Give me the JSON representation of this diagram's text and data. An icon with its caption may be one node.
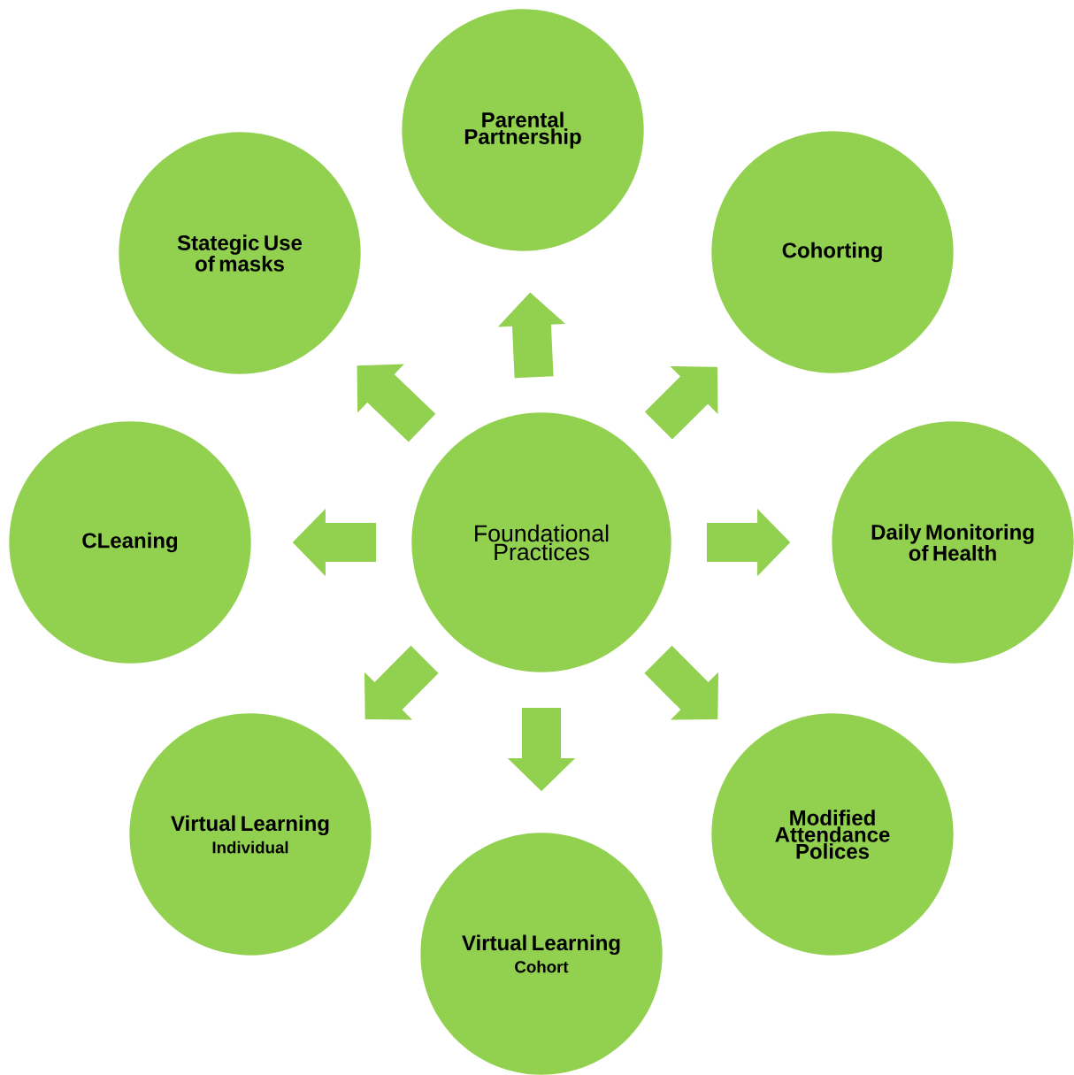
{
  "diagram": {
    "nodes": [
      {
        "text": [
          "Foundational Practices"
        ]
      },
      {
        "text": [
          "Parental Partnership"
        ]
      },
      {
        "text": [
          "Cohorting"
        ]
      },
      {
        "text": [
          "Daily Monitoring of Health"
        ]
      },
      {
        "text": [
          "Modified Attendance Polices"
        ]
      },
      {
        "text": [
          "Virtual Learning",
          "Cohort"
        ]
      },
      {
        "text": [
          "Virtual Learning",
          "Individual"
        ]
      },
      {
        "text": [
          "CLeaning"
        ]
      },
      {
        "text": [
          "Stategic Use of masks"
        ]
      }
    ],
    "edges": [
      {
        "from": 0,
        "to": 1,
        "arrow": "to"
      },
      {
        "from": 0,
        "to": 2,
        "arrow": "to"
      },
      {
        "from": 0,
        "to": 3,
        "arrow": "to"
      },
      {
        "from": 0,
        "to": 4,
        "arrow": "to"
      },
      {
        "from": 0,
        "to": 5,
        "arrow": "to"
      },
      {
        "from": 0,
        "to": 6,
        "arrow": "to"
      },
      {
        "from": 0,
        "to": 7,
        "arrow": "to"
      },
      {
        "from": 0,
        "to": 8,
        "arrow": "to"
      }
    ]
  }
}
